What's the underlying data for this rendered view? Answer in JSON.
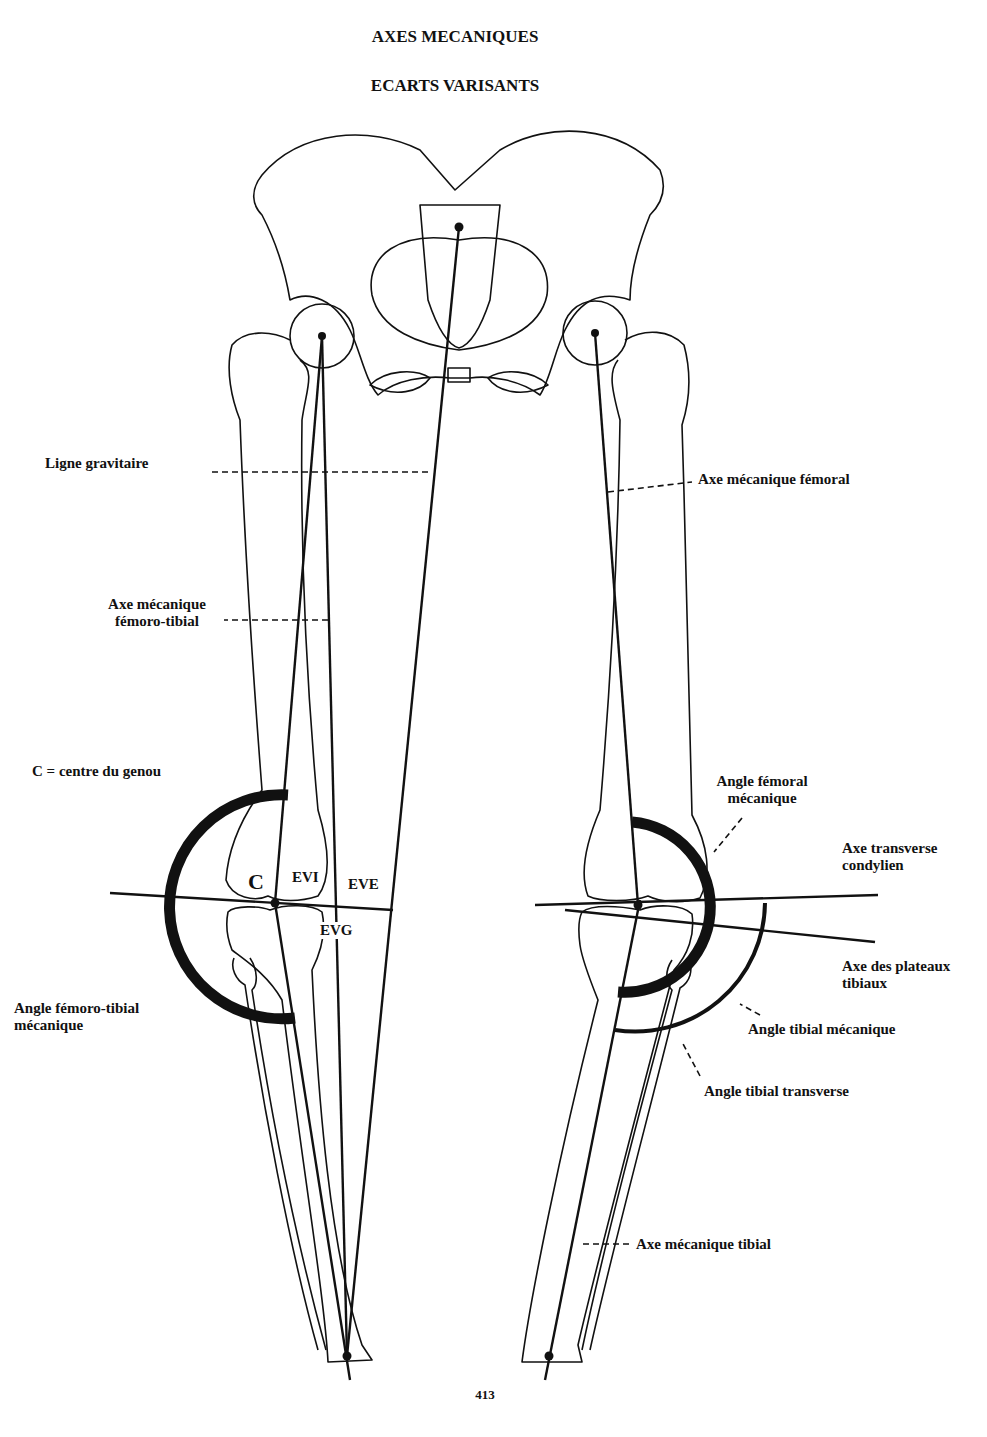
{
  "diagram": {
    "title": "AXES MECANIQUES",
    "labels": [
      "ECARTS VARISANTS",
      "Ligne gravitaire",
      "Axe mécanique fémoral",
      "Axe mécanique fémoro-tibial",
      "C = centre du genou",
      "Angle fémoral mécanique",
      "Axe transverse condylien",
      "C",
      "EVI",
      "EVE",
      "EVG",
      "Axe des plateaux tibiaux",
      "Angle fémoro-tibial mécanique",
      "Angle tibial mécanique",
      "Angle tibial transverse",
      "Axe mécanique tibial",
      "413"
    ]
  }
}
